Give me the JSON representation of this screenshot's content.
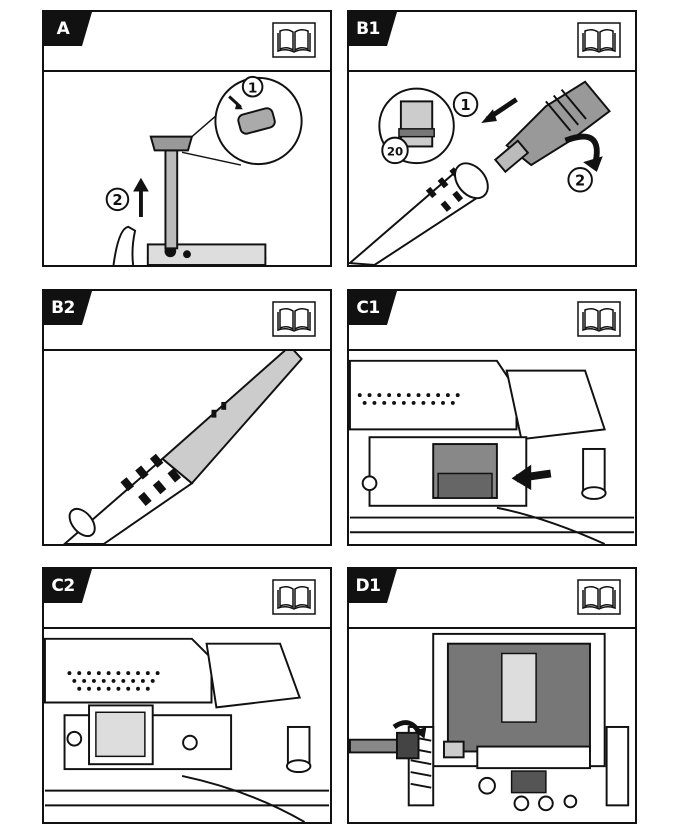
{
  "panels": [
    {
      "id": "A",
      "label": "A",
      "callouts": [
        "1",
        "2"
      ]
    },
    {
      "id": "B1",
      "label": "B1",
      "callouts": [
        "1",
        "2",
        "20"
      ]
    },
    {
      "id": "B2",
      "label": "B2",
      "callouts": []
    },
    {
      "id": "C1",
      "label": "C1",
      "callouts": []
    },
    {
      "id": "C2",
      "label": "C2",
      "callouts": []
    },
    {
      "id": "D1",
      "label": "D1",
      "callouts": []
    }
  ],
  "icons": {
    "manual": "open-book-icon"
  }
}
